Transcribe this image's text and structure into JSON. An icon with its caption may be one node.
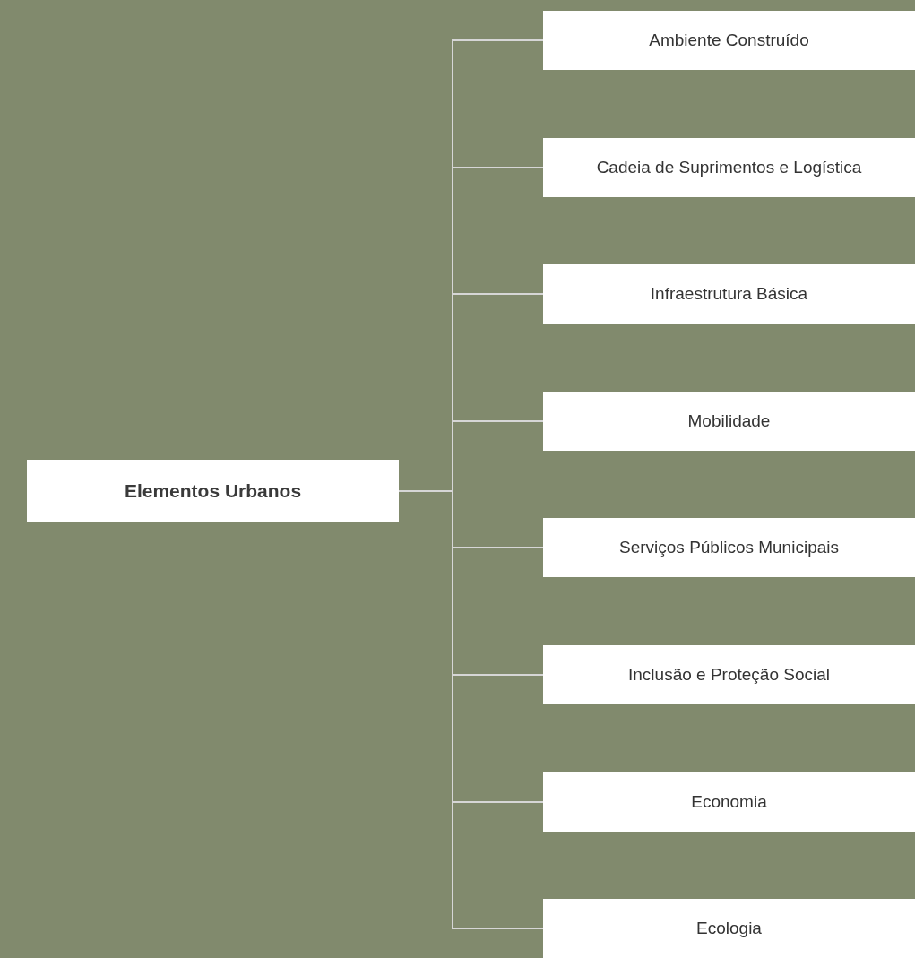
{
  "diagram": {
    "nodes": [
      {
        "text": [
          "Elementos Urbanos"
        ]
      },
      {
        "text": [
          "Ambiente Construído"
        ]
      },
      {
        "text": [
          "Cadeia de Suprimentos e Logística"
        ]
      },
      {
        "text": [
          "Infraestrutura Básica"
        ]
      },
      {
        "text": [
          "Mobilidade"
        ]
      },
      {
        "text": [
          "Serviços Públicos Municipais"
        ]
      },
      {
        "text": [
          "Inclusão e Proteção Social"
        ]
      },
      {
        "text": [
          "Economia"
        ]
      },
      {
        "text": [
          "Ecologia"
        ]
      }
    ],
    "edges": [
      {
        "from": 0,
        "to": 1,
        "arrow": "none"
      },
      {
        "from": 0,
        "to": 2,
        "arrow": "none"
      },
      {
        "from": 0,
        "to": 3,
        "arrow": "none"
      },
      {
        "from": 0,
        "to": 4,
        "arrow": "none"
      },
      {
        "from": 0,
        "to": 5,
        "arrow": "none"
      },
      {
        "from": 0,
        "to": 6,
        "arrow": "none"
      },
      {
        "from": 0,
        "to": 7,
        "arrow": "none"
      },
      {
        "from": 0,
        "to": 8,
        "arrow": "none"
      }
    ]
  }
}
